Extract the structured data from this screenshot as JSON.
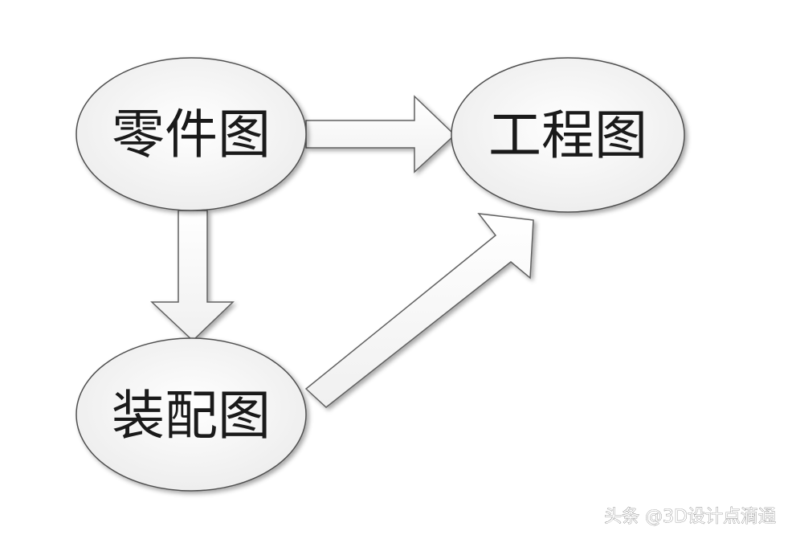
{
  "nodes": {
    "part_drawing": "零件图",
    "engineering_drawing": "工程图",
    "assembly_drawing": "装配图"
  },
  "watermark": "头条 @3D设计点滴通"
}
